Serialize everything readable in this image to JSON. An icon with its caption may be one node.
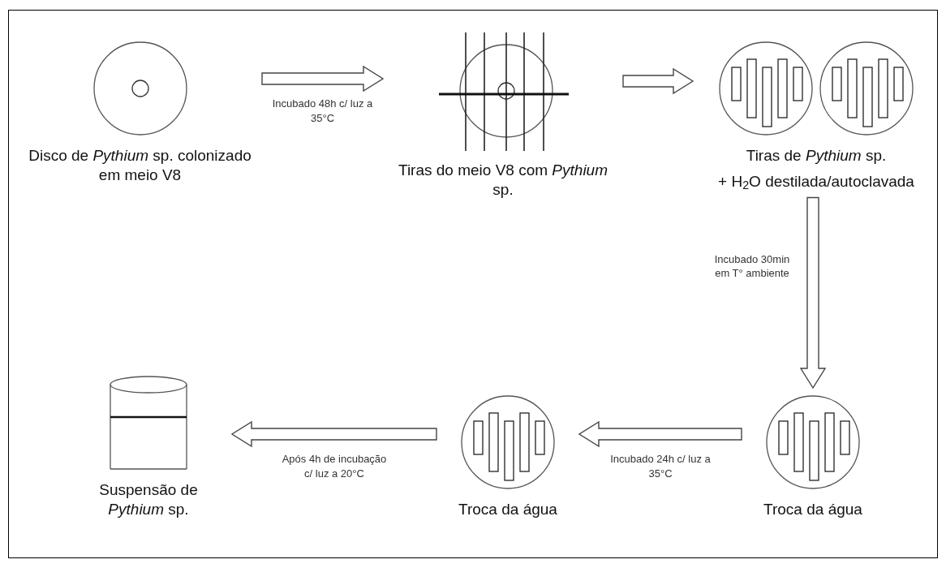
{
  "diagram": {
    "nodes": [
      {
        "text": [
          "Disco de *Pythium* sp. colonizado em meio V8"
        ]
      },
      {
        "text": [
          "Tiras do meio V8 com *Pythium* sp."
        ]
      },
      {
        "text": [
          "Tiras de *Pythium* sp.",
          "+ H$_{2}$O destilada/autoclavada"
        ]
      },
      {
        "text": [
          "Troca da água"
        ]
      },
      {
        "text": [
          "Troca da água"
        ]
      },
      {
        "text": [
          "Suspensão de *Pythium* sp."
        ]
      }
    ],
    "edges": [
      {
        "from": 0,
        "to": 1,
        "arrow": "to",
        "label": "Incubado 48h c/ luz a 35°C"
      },
      {
        "from": 1,
        "to": 2,
        "arrow": "to"
      },
      {
        "from": 2,
        "to": 3,
        "arrow": "to",
        "label": "Incubado 30min em T° ambiente"
      },
      {
        "from": 3,
        "to": 4,
        "arrow": "to",
        "label": "Incubado 24h c/ luz a 35°C"
      },
      {
        "from": 4,
        "to": 5,
        "arrow": "to",
        "label": "Após 4h de incubação c/ luz a 20°C"
      }
    ]
  }
}
